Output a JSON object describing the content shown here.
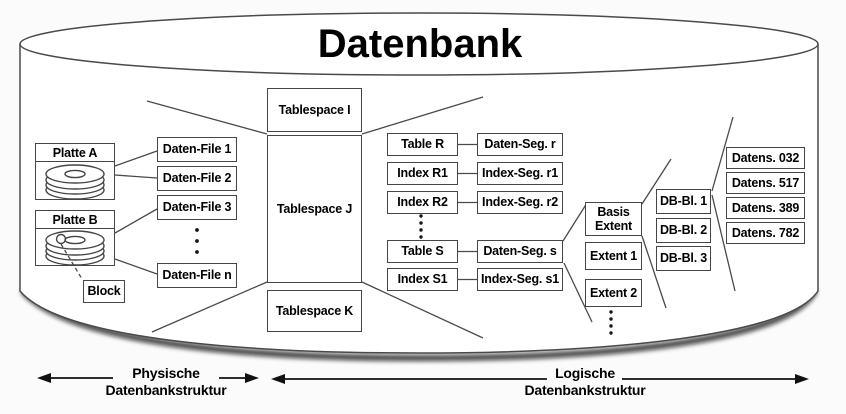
{
  "title": "Datenbank",
  "physical": {
    "disk_a": "Platte A",
    "disk_b": "Platte B",
    "block": "Block",
    "files": [
      "Daten-File 1",
      "Daten-File 2",
      "Daten-File 3",
      "Daten-File n"
    ]
  },
  "tablespaces": [
    "Tablespace I",
    "Tablespace J",
    "Tablespace K"
  ],
  "tables": [
    "Table R",
    "Index R1",
    "Index R2",
    "Table S",
    "Index S1"
  ],
  "segments": [
    "Daten-Seg. r",
    "Index-Seg. r1",
    "Index-Seg. r2",
    "Daten-Seg. s",
    "Index-Seg. s1"
  ],
  "extents": [
    "Basis Extent",
    "Extent 1",
    "Extent 2"
  ],
  "db_blocks": [
    "DB-Bl. 1",
    "DB-Bl. 2",
    "DB-Bl. 3"
  ],
  "records": [
    "Datens. 032",
    "Datens. 517",
    "Datens. 389",
    "Datens. 782"
  ],
  "legend": {
    "physical": {
      "line1": "Physische",
      "line2": "Datenbankstruktur"
    },
    "logical": {
      "line1": "Logische",
      "line2": "Datenbankstruktur"
    }
  },
  "colors": {
    "line": "#4a4a4a",
    "text": "#000000",
    "box_bg": "#ffffff",
    "page_bg": "#fbfbfb",
    "shadow": "#111111"
  }
}
